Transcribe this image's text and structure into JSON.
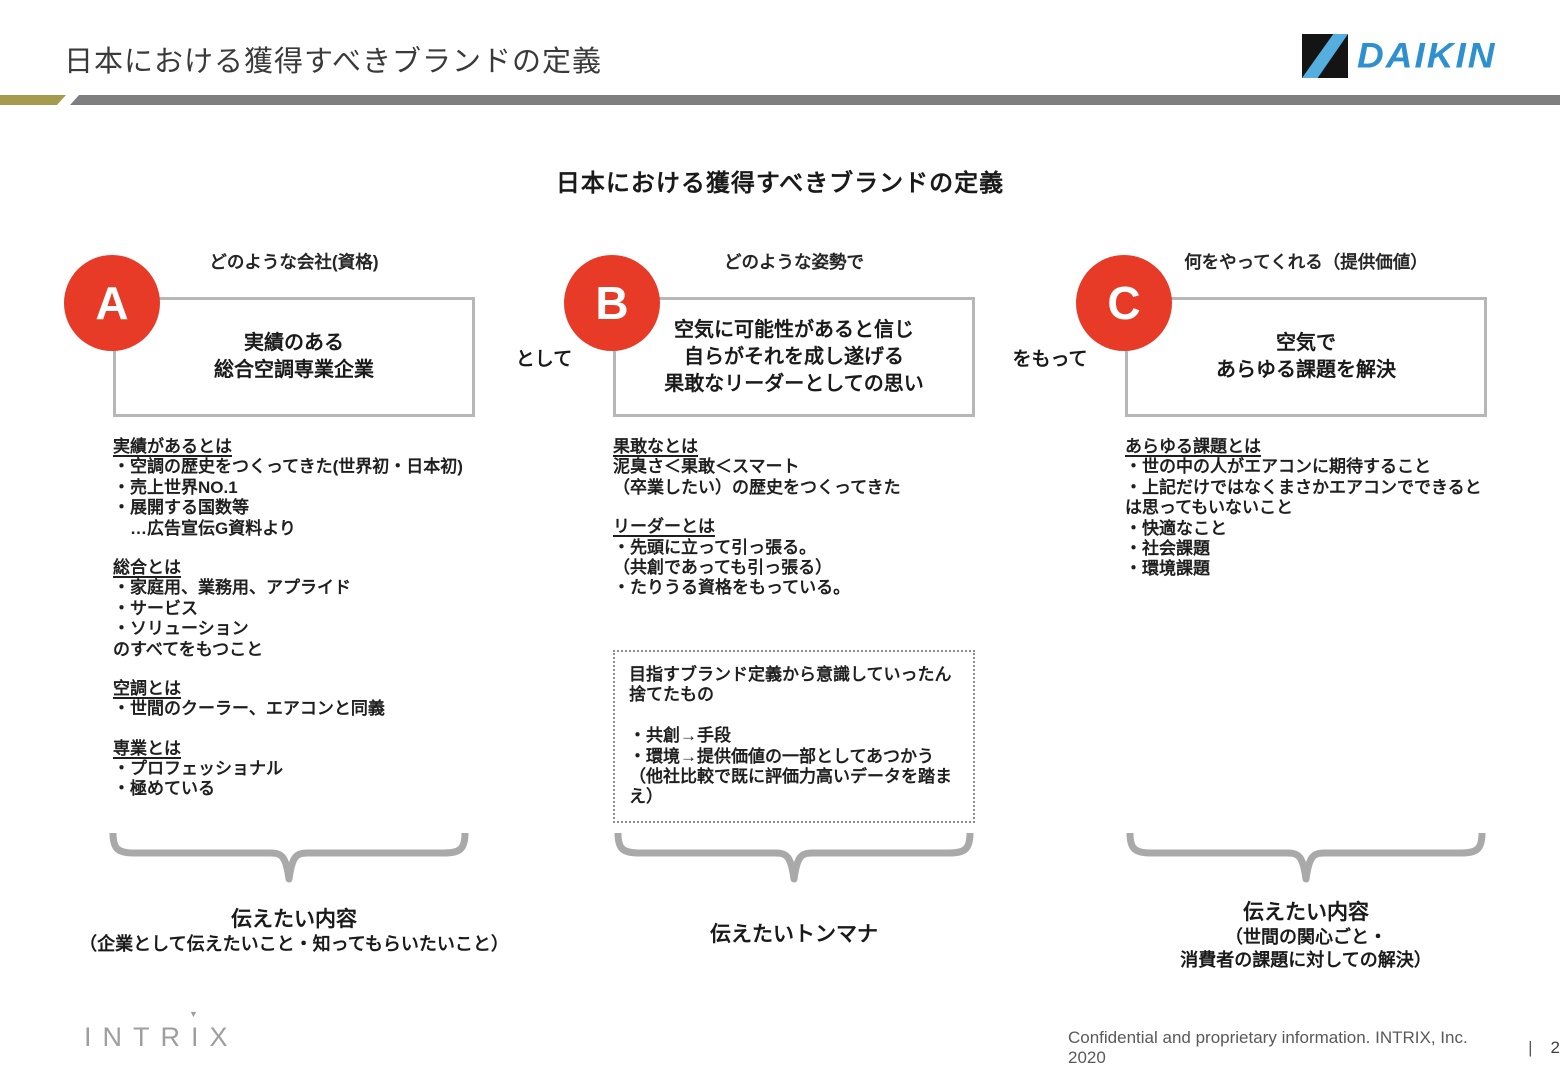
{
  "slide": {
    "title": "日本における獲得すべきブランドの定義",
    "center_heading": "日本における獲得すべきブランドの定義"
  },
  "logos": {
    "daikin_text": "DAIKIN",
    "intrix_prefix": "INTR",
    "intrix_i": "I",
    "intrix_suffix": "X",
    "intrix_triangle": "▼"
  },
  "connectors": {
    "a_to_b": "として",
    "b_to_c": "をもって"
  },
  "columns": {
    "a": {
      "badge": "A",
      "header": "どのような会社(資格)",
      "box_text": "実績のある\n総合空調専業企業",
      "notes": [
        {
          "heading": "実績があるとは",
          "body": "・空調の歴史をつくってきた(世界初・日本初)\n・売上世界NO.1\n・展開する国数等\n　…広告宣伝G資料より"
        },
        {
          "heading": "総合とは",
          "body": "・家庭用、業務用、アプライド\n・サービス\n・ソリューション\nのすべてをもつこと"
        },
        {
          "heading": "空調とは",
          "body": "・世間のクーラー、エアコンと同義"
        },
        {
          "heading": "専業とは",
          "body": "・プロフェッショナル\n・極めている"
        }
      ],
      "bottom_title": "伝えたい内容",
      "bottom_sub": "（企業として伝えたいこと・知ってもらいたいこと）"
    },
    "b": {
      "badge": "B",
      "header": "どのような姿勢で",
      "box_text": "空気に可能性があると信じ\n自らがそれを成し遂げる\n果敢なリーダーとしての思い",
      "notes": [
        {
          "heading": "果敢なとは",
          "body": "泥臭さ＜果敢＜スマート\n（卒業したい）の歴史をつくってきた"
        },
        {
          "heading": "リーダーとは",
          "body": "・先頭に立って引っ張る。\n（共創であっても引っ張る）\n・たりうる資格をもっている。"
        }
      ],
      "dotted_box": "目指すブランド定義から意識していったん\n捨てたもの\n\n・共創→手段\n・環境→提供価値の一部としてあつかう\n（他社比較で既に評価力高いデータを踏ま\nえ）",
      "bottom_title": "伝えたいトンマナ"
    },
    "c": {
      "badge": "C",
      "header": "何をやってくれる（提供価値）",
      "box_text": "空気で\nあらゆる課題を解決",
      "notes": [
        {
          "heading": "あらゆる課題とは",
          "body": "・世の中の人がエアコンに期待すること\n・上記だけではなくまさかエアコンでできると\nは思ってもいないこと\n・快適なこと\n・社会課題\n・環境課題"
        }
      ],
      "bottom_title": "伝えたい内容",
      "bottom_sub": "（世間の関心ごと・\n消費者の課題に対しての解決）"
    }
  },
  "footer": {
    "confidential": "Confidential and proprietary information. INTRIX, Inc. 2020",
    "separator": "|",
    "page_number": "2"
  },
  "colors": {
    "accent_red": "#e73b28",
    "accent_gold": "#a59a4d",
    "bar_gray": "#7f7f7f",
    "daikin_blue": "#2f90cf",
    "box_border": "#b7b7b7",
    "brace_gray": "#a9a9a9",
    "footer_gray": "#595959"
  }
}
